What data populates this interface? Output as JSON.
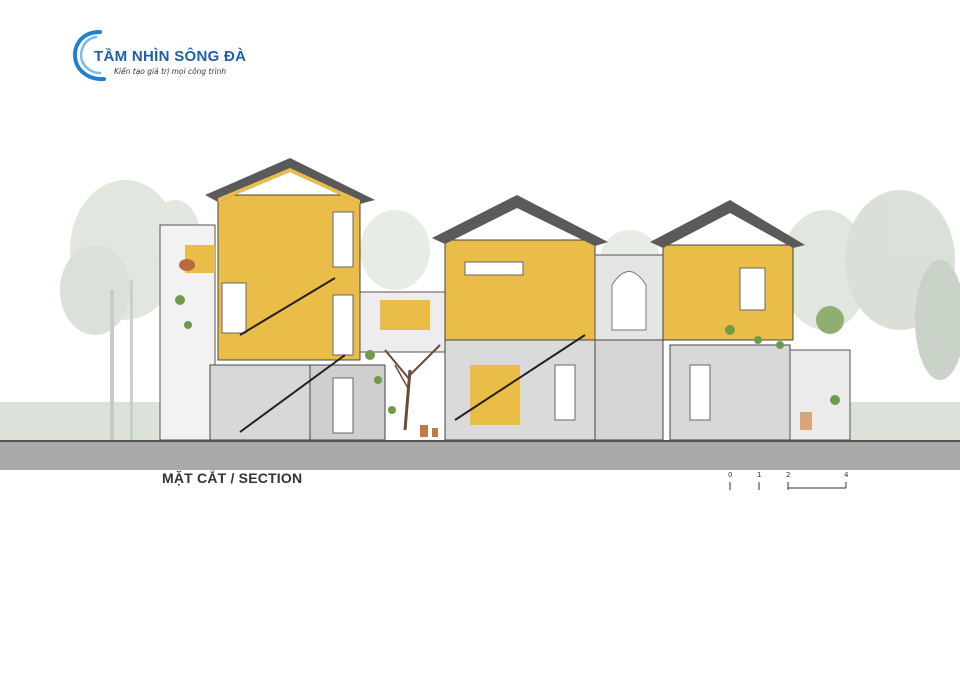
{
  "brand": {
    "name": "TẦM NHÌN SÔNG ĐÀ",
    "slogan": "Kiến tạo giá trị mọi công trình",
    "color": "#1f5fa8"
  },
  "drawing": {
    "label": "MẶT CẮT / SECTION",
    "wall_color": "#e9bd48",
    "concrete_color": "#d8d8d8",
    "ground_color": "#a8a8a8"
  },
  "scale": {
    "ticks": [
      "0",
      "1",
      "2",
      "4"
    ]
  }
}
